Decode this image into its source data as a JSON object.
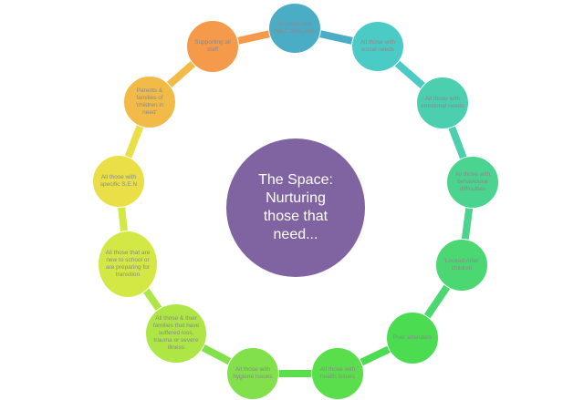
{
  "center": {
    "label": "The Space:\nNurturing\nthose that\nneed...",
    "color": "#8064a2"
  },
  "nodes": [
    {
      "label": "All those with SpLC difficulties",
      "color": "#4bacc6"
    },
    {
      "label": "All  those with social needs",
      "color": "#4bcbc6"
    },
    {
      "label": "All those with emotional needs",
      "color": "#4bcfae"
    },
    {
      "label": "All those with behavioural difficulties",
      "color": "#4bd48f"
    },
    {
      "label": "'Looked After' children",
      "color": "#4bd872"
    },
    {
      "label": "Poor attenders",
      "color": "#4bdc52"
    },
    {
      "label": "All those with health Issues",
      "color": "#5bde4b"
    },
    {
      "label": "All those with hygiene Issues",
      "color": "#82e04b"
    },
    {
      "label": "All those & their families that have suffered loss, trauma or severe illness",
      "color": "#aee645"
    },
    {
      "label": "All those that are new to school or are preparing for transition",
      "color": "#d4e845"
    },
    {
      "label": "All those with specific S.E.N",
      "color": "#eadf47"
    },
    {
      "label": "Parents & families of 'children in need'",
      "color": "#f2bb48"
    },
    {
      "label": "Supporting all staff",
      "color": "#f59a4a"
    }
  ]
}
